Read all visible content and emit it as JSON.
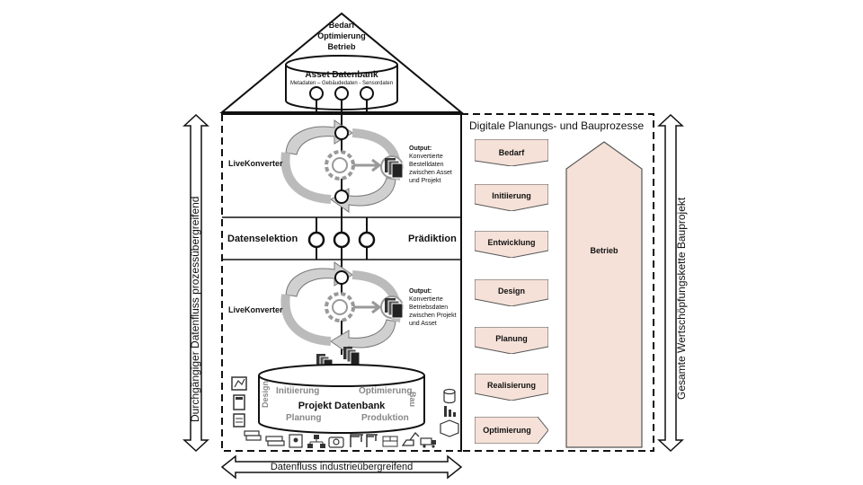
{
  "roof": {
    "lines": [
      "Bedarf",
      "Optimierung",
      "Betrieb"
    ]
  },
  "asset_db": {
    "title": "Asset Datenbank",
    "subtitle": "Metadaten – Gebäudedaten - Sensordaten"
  },
  "upper_converter": {
    "label": "LiveKonverter",
    "output_title": "Output:",
    "output_lines": [
      "Konvertierte",
      "Bestelldaten",
      "zwischen Asset",
      "und Projekt"
    ]
  },
  "middle_band": {
    "left": "Datenselektion",
    "right": "Prädiktion"
  },
  "lower_converter": {
    "label": "LiveKonverter",
    "output_title": "Output:",
    "output_lines": [
      "Konvertierte",
      "Betriebsdaten",
      "zwischen Projekt",
      "und Asset"
    ]
  },
  "project_db": {
    "title": "Projekt Datenbank",
    "phases": {
      "initiierung": "Initiierung",
      "optimierung": "Optimierung",
      "design": "Design",
      "bau": "Bau",
      "planung": "Planung",
      "produktion": "Produktion"
    }
  },
  "process_panel": {
    "title": "Digitale Planungs- und Bauprozesse",
    "steps": [
      "Bedarf",
      "Initiierung",
      "Entwicklung",
      "Design",
      "Planung",
      "Realisierung",
      "Optimierung"
    ],
    "big_arrow": "Betrieb"
  },
  "axes": {
    "left_vertical": "Durchgängiger Datenfluss prozessübergreifend",
    "right_vertical": "Gesamte Wertschöpfungskette Bauprojekt",
    "bottom_horizontal": "Datenfluss industrieübergreifend"
  },
  "colors": {
    "step_fill": "#f5e1d8",
    "step_stroke": "#555555",
    "arrow_gray": "#cccccc",
    "line": "#111111"
  },
  "icons": [
    "gear-icon",
    "document-stack-icon",
    "building-icon",
    "calculator-icon",
    "book-stack-icon",
    "crane-icon",
    "camera-icon",
    "network-icon",
    "excavator-icon",
    "truck-icon",
    "chart-icon",
    "database-icon"
  ]
}
